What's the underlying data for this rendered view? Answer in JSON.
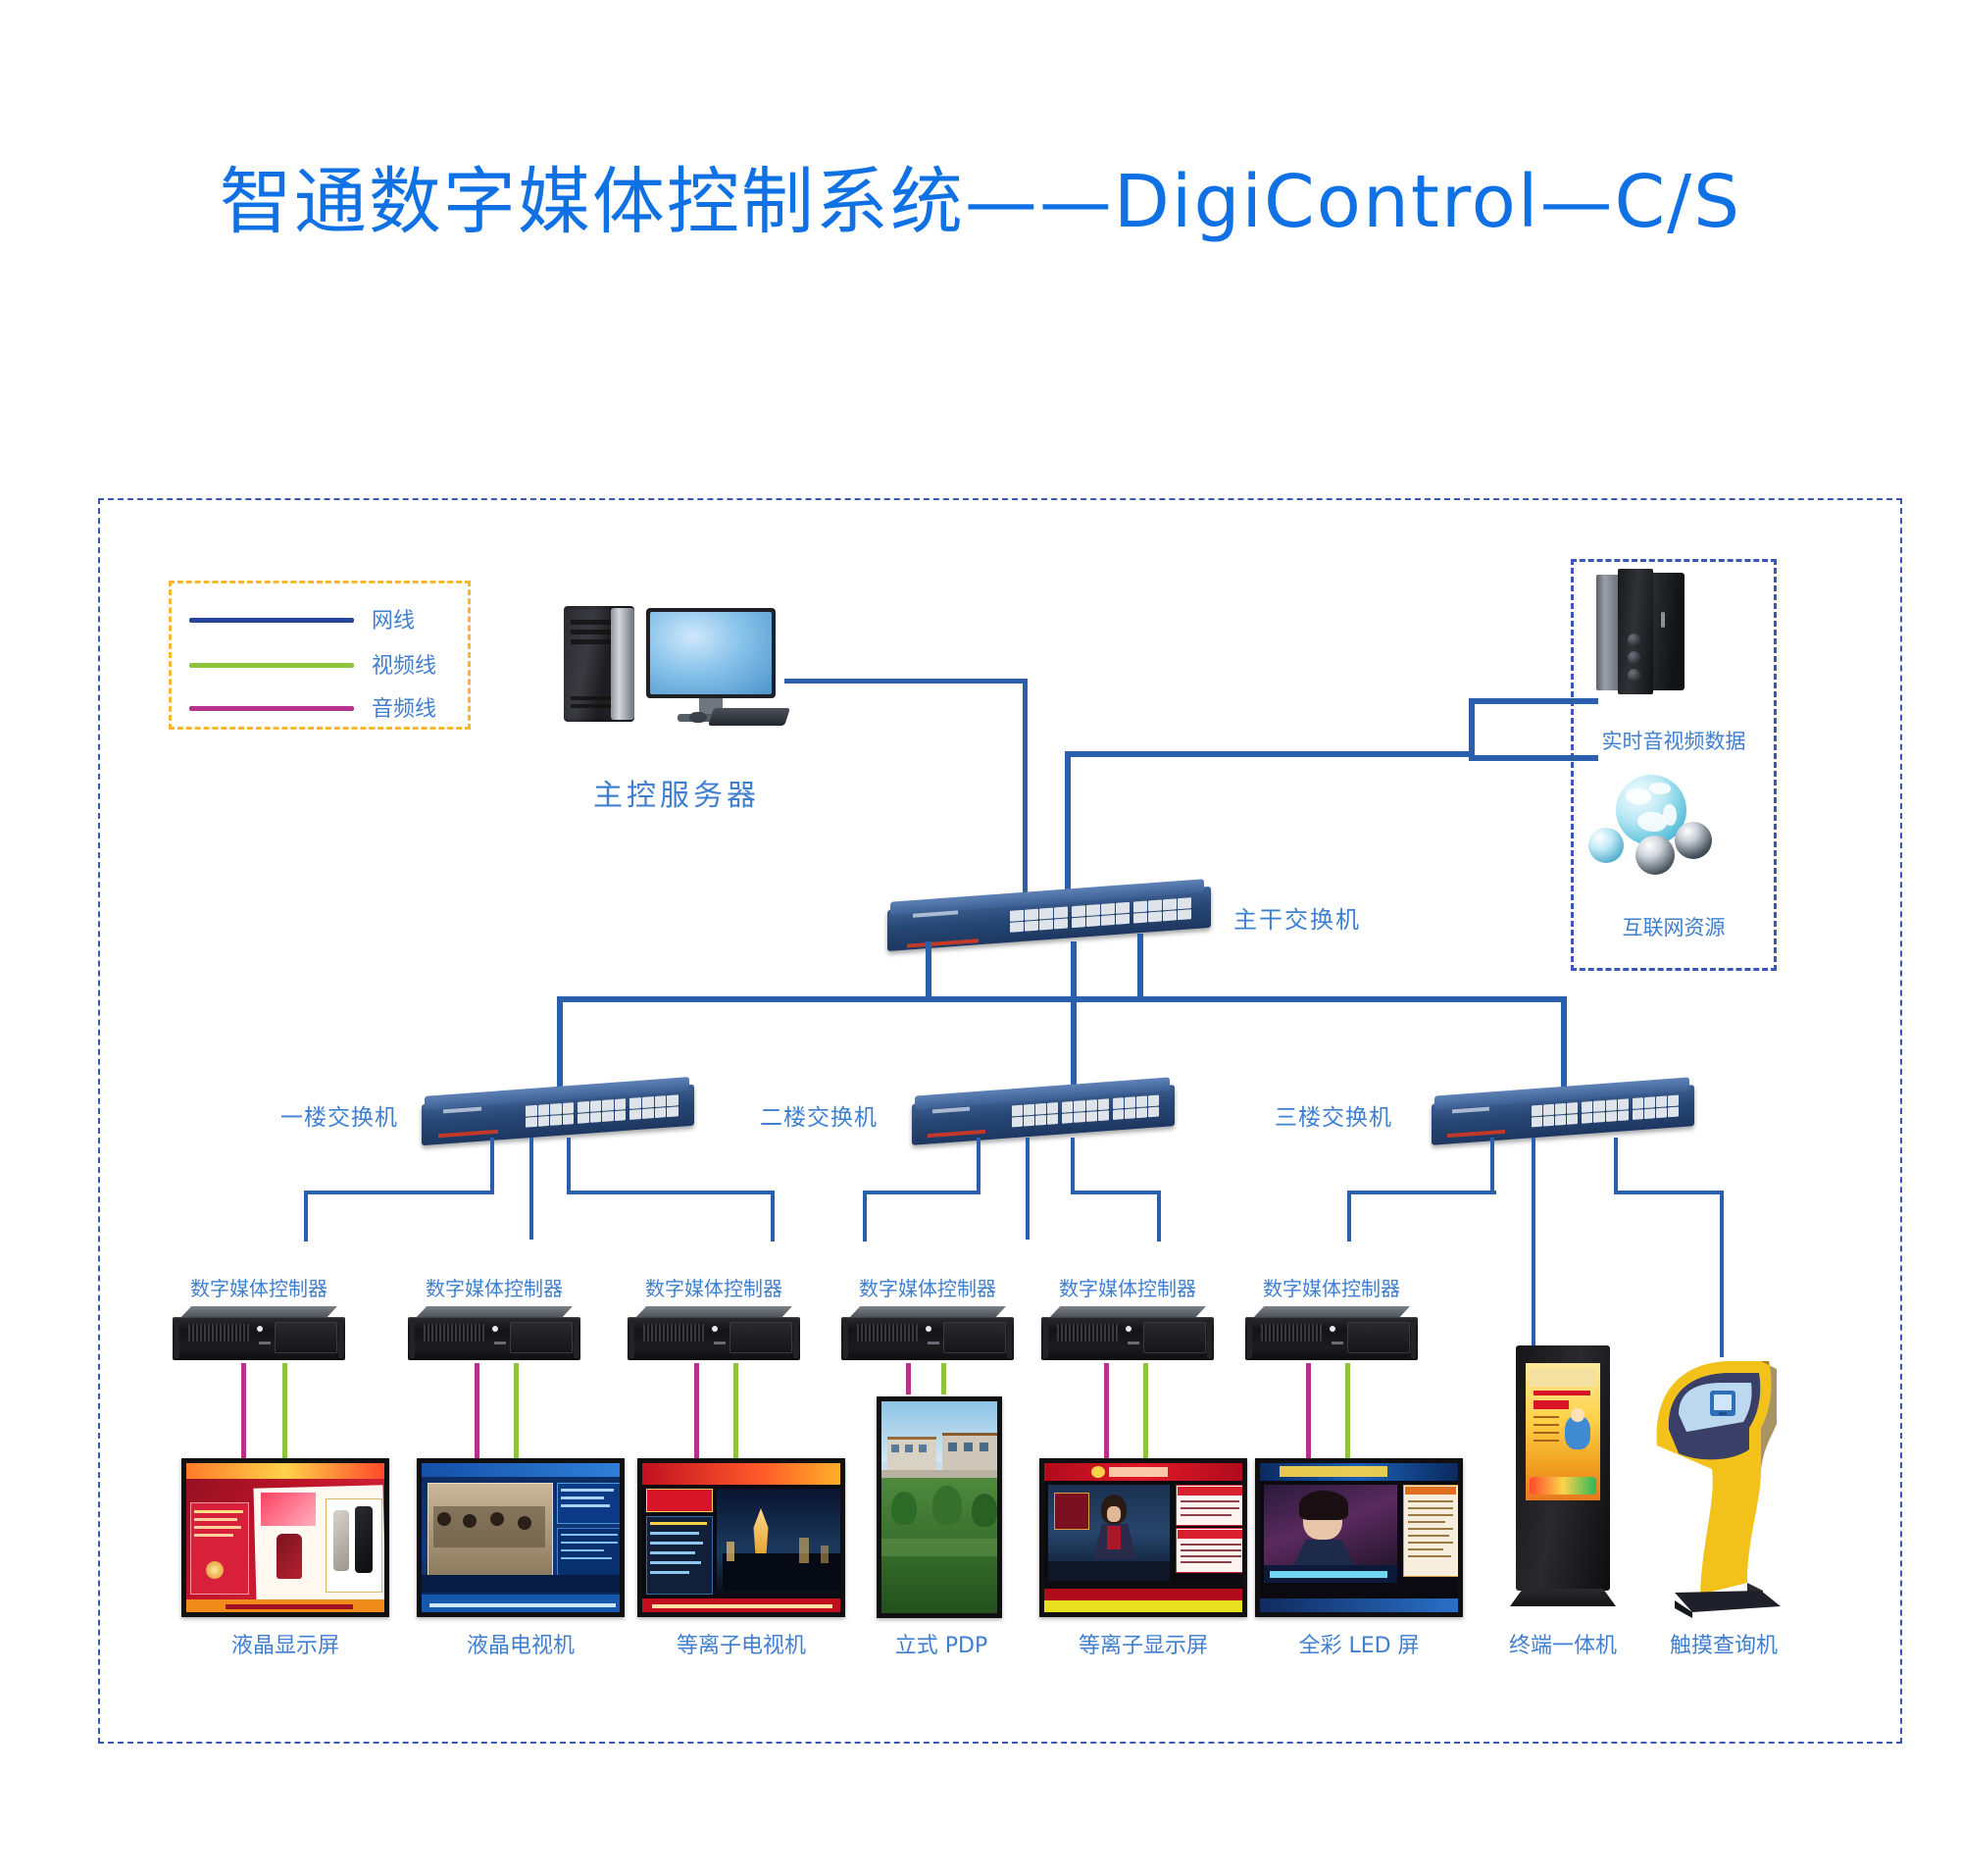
{
  "title": "智通数字媒体控制系统——DigiControl—C/S",
  "legend": {
    "items": [
      {
        "label": "网线",
        "color": "#25449a",
        "name": "network-cable"
      },
      {
        "label": "视频线",
        "color": "#8cc63e",
        "name": "video-cable"
      },
      {
        "label": "音频线",
        "color": "#b5338f",
        "name": "audio-cable"
      }
    ]
  },
  "colors": {
    "network_line": "#2b5eab",
    "video_line": "#8cc63e",
    "audio_line": "#b5338f",
    "label_text": "#3f7fd0",
    "title_text": "#1071e5",
    "frame_dash": "#3a57b5",
    "legend_dash": "#f7b733"
  },
  "nodes": {
    "server": {
      "label": "主控服务器"
    },
    "backbone_switch": {
      "label": "主干交换机"
    },
    "realtime_av": {
      "label": "实时音视频数据"
    },
    "internet": {
      "label": "互联网资源"
    },
    "floor_switches": [
      {
        "label": "一楼交换机"
      },
      {
        "label": "二楼交换机"
      },
      {
        "label": "三楼交换机"
      }
    ],
    "controller_label": "数字媒体控制器",
    "controllers": [
      {
        "label": "数字媒体控制器"
      },
      {
        "label": "数字媒体控制器"
      },
      {
        "label": "数字媒体控制器"
      },
      {
        "label": "数字媒体控制器"
      },
      {
        "label": "数字媒体控制器"
      },
      {
        "label": "数字媒体控制器"
      }
    ],
    "displays": [
      {
        "label": "液晶显示屏",
        "kind": "lcd-ad-panel"
      },
      {
        "label": "液晶电视机",
        "kind": "lcd-tv"
      },
      {
        "label": "等离子电视机",
        "kind": "plasma-tv"
      },
      {
        "label": "立式 PDP",
        "kind": "vertical-pdp"
      },
      {
        "label": "等离子显示屏",
        "kind": "plasma-display"
      },
      {
        "label": "全彩 LED 屏",
        "kind": "full-color-led"
      },
      {
        "label": "终端一体机",
        "kind": "terminal-all-in-one"
      },
      {
        "label": "触摸查询机",
        "kind": "touch-kiosk"
      }
    ]
  }
}
